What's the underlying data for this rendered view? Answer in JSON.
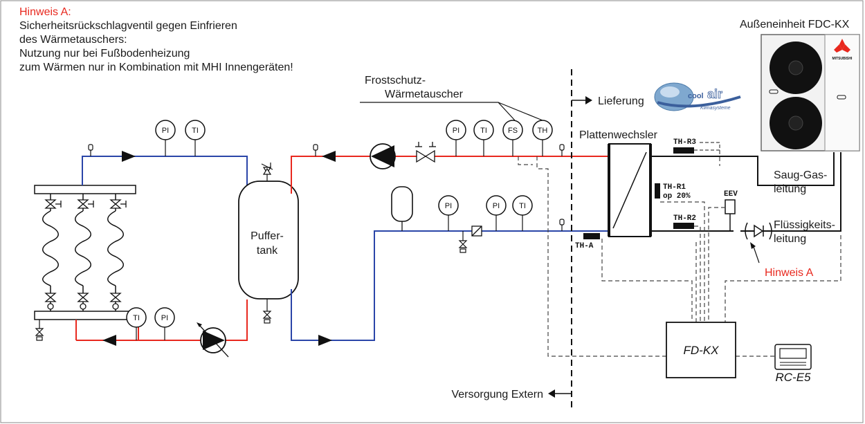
{
  "note": {
    "title": "Hinweis A:",
    "lines": [
      "Sicherheitsrückschlagventil gegen Einfrieren",
      "des Wärmetauschers:",
      "Nutzung nur bei Fußbodenheizung",
      "zum Wärmen nur in Kombination mit MHI Innengeräten!"
    ]
  },
  "outdoor_unit": {
    "title": "Außeneinheit FDC-KX",
    "brand": "MITSUBISHI"
  },
  "labels": {
    "frostschutz_1": "Frostschutz-",
    "frostschutz_2": "Wärmetauscher",
    "lieferung": "Lieferung",
    "plattenwechsler": "Plattenwechsler",
    "puffer_1": "Puffer-",
    "puffer_2": "tank",
    "saug_1": "Saug-Gas-",
    "saug_2": "leitung",
    "fluessig_1": "Flüssigkeits-",
    "fluessig_2": "leitung",
    "hinweis_a": "Hinweis A",
    "versorgung": "Versorgung Extern",
    "fd_kx": "FD-KX",
    "rc_e5": "RC-E5",
    "eev": "EEV",
    "th_r3": "TH-R3",
    "th_r1": "TH-R1",
    "op": "op  20%",
    "th_r2": "TH-R2",
    "th_a": "TH-A"
  },
  "logo": {
    "word1": "cool",
    "word2": "air",
    "sub": "Klimasysteme"
  },
  "gauges": {
    "top_left_pi": "PI",
    "top_left_ti": "TI",
    "top_right_pi": "PI",
    "top_right_ti": "TI",
    "top_right_fs": "FS",
    "top_right_th": "TH",
    "mid_pi1": "PI",
    "mid_pi2": "PI",
    "mid_ti": "TI",
    "bottom_ti": "TI",
    "bottom_pi": "PI"
  },
  "colors": {
    "hot": "#e8281e",
    "cold": "#2a45a8",
    "line": "#1a1a1a",
    "dashed": "#444444",
    "note": "#e8281e"
  }
}
